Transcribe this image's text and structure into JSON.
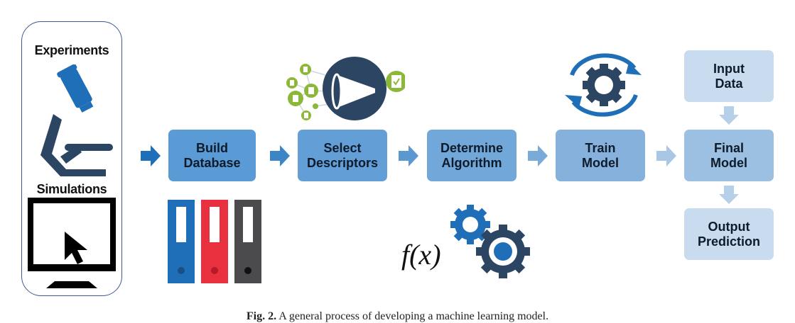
{
  "sources": {
    "experiments_label": "Experiments",
    "simulations_label": "Simulations"
  },
  "steps": [
    {
      "id": "build-database",
      "label": "Build\nDatabase",
      "color": "#5b9bd5"
    },
    {
      "id": "select-descriptors",
      "label": "Select\nDescriptors",
      "color": "#639fd6"
    },
    {
      "id": "determine-algorithm",
      "label": "Determine\nAlgorithm",
      "color": "#72a7d9"
    },
    {
      "id": "train-model",
      "label": "Train\nModel",
      "color": "#86b1dc"
    },
    {
      "id": "final-model",
      "label": "Final\nModel",
      "color": "#9cc0e2"
    }
  ],
  "side_steps": {
    "input_data": {
      "label": "Input\nData",
      "color": "#c9dbee"
    },
    "output_prediction": {
      "label": "Output\nPrediction",
      "color": "#c9dbee"
    }
  },
  "formula_label": "f(x)",
  "caption": {
    "prefix": "Fig. 2.",
    "text": " A general process of developing a machine learning model."
  },
  "colors": {
    "dark_navy": "#2b4563",
    "brand_blue": "#1f6fb8",
    "green": "#8cb83a",
    "red": "#e8303f",
    "gray": "#4b4b4d",
    "panel_border": "#3f5a8a"
  }
}
